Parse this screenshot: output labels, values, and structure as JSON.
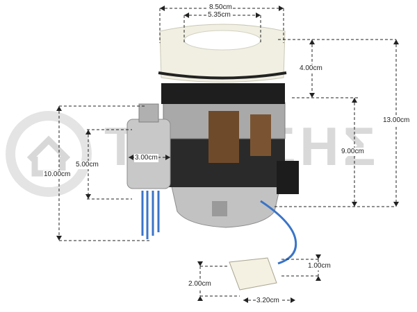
{
  "watermark": {
    "text": "ΤΟΥΤΣΗΣ",
    "color": "#d9d9d9"
  },
  "dimensions": {
    "top_outer_width": "8.50cm",
    "top_inner_width": "5.35cm",
    "cap_height": "4.00cm",
    "total_height": "13.00cm",
    "motor_height": "9.00cm",
    "capacitor_height": "10.00cm",
    "capacitor_body_height": "5.00cm",
    "capacitor_diameter": "3.00cm",
    "connector_height": "1.00cm",
    "connector_width": "2.00cm",
    "connector_length": "3.20cm"
  },
  "colors": {
    "cap": "#f0efe2",
    "motor_body": "#2a2a2a",
    "housing": "#bdbdbd",
    "capacitor": "#c8c8c8",
    "wire_blue": "#3a74c8",
    "copper": "#b86a2c"
  }
}
